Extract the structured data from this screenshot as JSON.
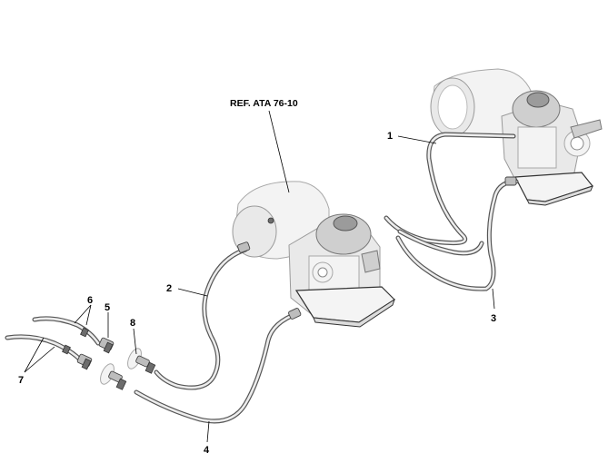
{
  "reference": {
    "text": "REF. ATA 76-10"
  },
  "callouts": [
    {
      "id": "1",
      "label": "1"
    },
    {
      "id": "2",
      "label": "2"
    },
    {
      "id": "3",
      "label": "3"
    },
    {
      "id": "4",
      "label": "4"
    },
    {
      "id": "5",
      "label": "5"
    },
    {
      "id": "6",
      "label": "6"
    },
    {
      "id": "7",
      "label": "7"
    },
    {
      "id": "8",
      "label": "8"
    }
  ],
  "colors": {
    "line": "#000000",
    "part_fill": "#e9e9e9",
    "hose": "#555555"
  }
}
